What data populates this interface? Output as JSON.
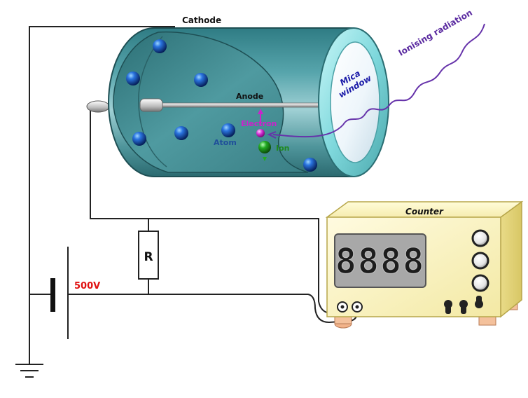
{
  "labels": {
    "cathode": "Cathode",
    "anode": "Anode",
    "electron": "Electron",
    "ion": "Ion",
    "atom": "Atom",
    "mica_window_line1": "Mica",
    "mica_window_line2": "window",
    "ionising_radiation": "Ionising radiation",
    "resistor": "R",
    "voltage": "500V",
    "counter": "Counter",
    "display_digits": "8888"
  },
  "colors": {
    "tube_teal": "#3f8f96",
    "tube_dark": "#2b6a70",
    "window_rim": "#9fe7ea",
    "atom_blue": "#1f5fd0",
    "electron_magenta": "#cc22cc",
    "ion_green": "#22aa22",
    "radiation_purple": "#6633aa",
    "voltage_red": "#e01010",
    "counter_body": "#fbf4b8",
    "display_bg": "#a8a8a8"
  },
  "icons": {
    "ground": "ground-symbol-icon",
    "battery": "battery-cell-icon",
    "resistor": "resistor-icon",
    "knob": "round-knob-icon",
    "switch": "toggle-switch-icon",
    "socket": "banana-socket-icon"
  }
}
